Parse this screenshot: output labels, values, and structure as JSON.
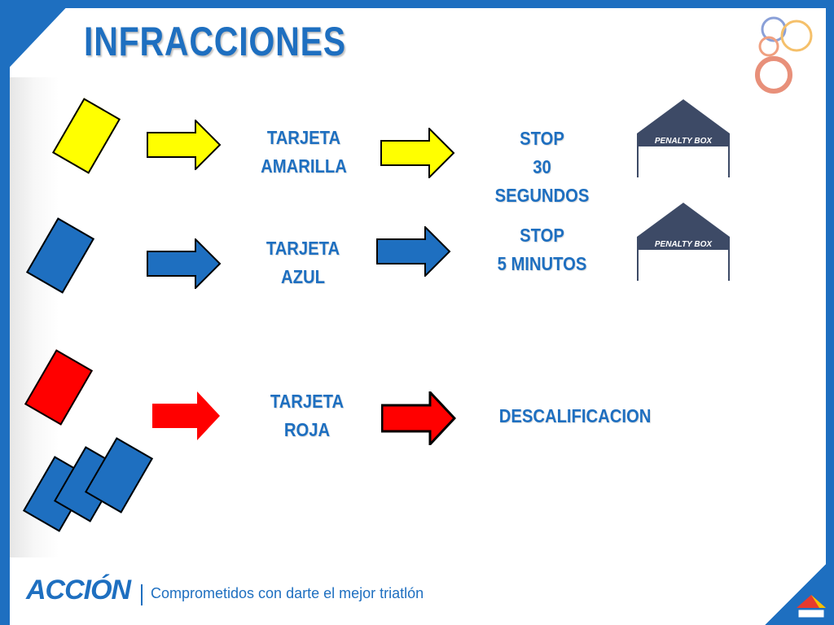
{
  "slide": {
    "title": "INFRACCIONES"
  },
  "rows": [
    {
      "card_color": "#ffff00",
      "arrow_color": "#ffff00",
      "label_line1": "TARJETA",
      "label_line2": "AMARILLA",
      "result_line1": "STOP",
      "result_line2": "30",
      "result_line3": "SEGUNDOS",
      "tent_label": "PENALTY BOX"
    },
    {
      "card_color": "#1e6fc0",
      "arrow_color": "#1e6fc0",
      "label_line1": "TARJETA",
      "label_line2": "AZUL",
      "result_line1": "STOP",
      "result_line2": "5 MINUTOS",
      "tent_label": "PENALTY BOX"
    },
    {
      "card_color": "#ff0000",
      "arrow_color": "#ff0000",
      "label_line1": "TARJETA",
      "label_line2": "ROJA",
      "result_line1": "DESCALIFICACION",
      "extra_cards_color": "#1e6fc0"
    }
  ],
  "footer": {
    "logo": "ACCIÓN",
    "tagline": "Comprometidos con darte el mejor triatlón"
  },
  "colors": {
    "brand_blue": "#1e6fc0",
    "tent_roof": "#3d4a66"
  }
}
